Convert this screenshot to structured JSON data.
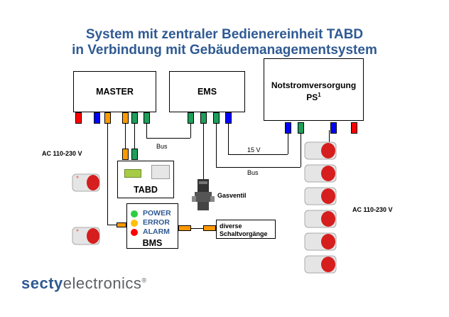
{
  "title": {
    "line1": "System mit zentraler Bedienereinheit TABD",
    "line2": "in Verbindung mit Gebäudemanagementsystem"
  },
  "boxes": {
    "master": "MASTER",
    "ems": "EMS",
    "ps_line1": "Notstromversorgung",
    "ps_line2": "PS",
    "ps_sup": "1",
    "tabd": "TABD",
    "bms": "BMS",
    "schalt_line1": "diverse",
    "schalt_line2": "Schaltvorgänge"
  },
  "labels": {
    "ac_left": "AC 110-230 V",
    "ac_right": "AC 110-230 V",
    "bus1": "Bus",
    "bus2": "Bus",
    "v15": "15 V",
    "gasventil": "Gasventil"
  },
  "bms_status": [
    {
      "label": "POWER",
      "color": "#2ecc40"
    },
    {
      "label": "ERROR",
      "color": "#ffc000"
    },
    {
      "label": "ALARM",
      "color": "#ff0000"
    }
  ],
  "logo": {
    "part1": "secty",
    "part2": "electronics",
    "mark": "®"
  },
  "colors": {
    "red": "#ff0000",
    "blue": "#0000ff",
    "orange": "#ff9900",
    "green": "#1e9e5a",
    "title": "#2f5a93"
  }
}
